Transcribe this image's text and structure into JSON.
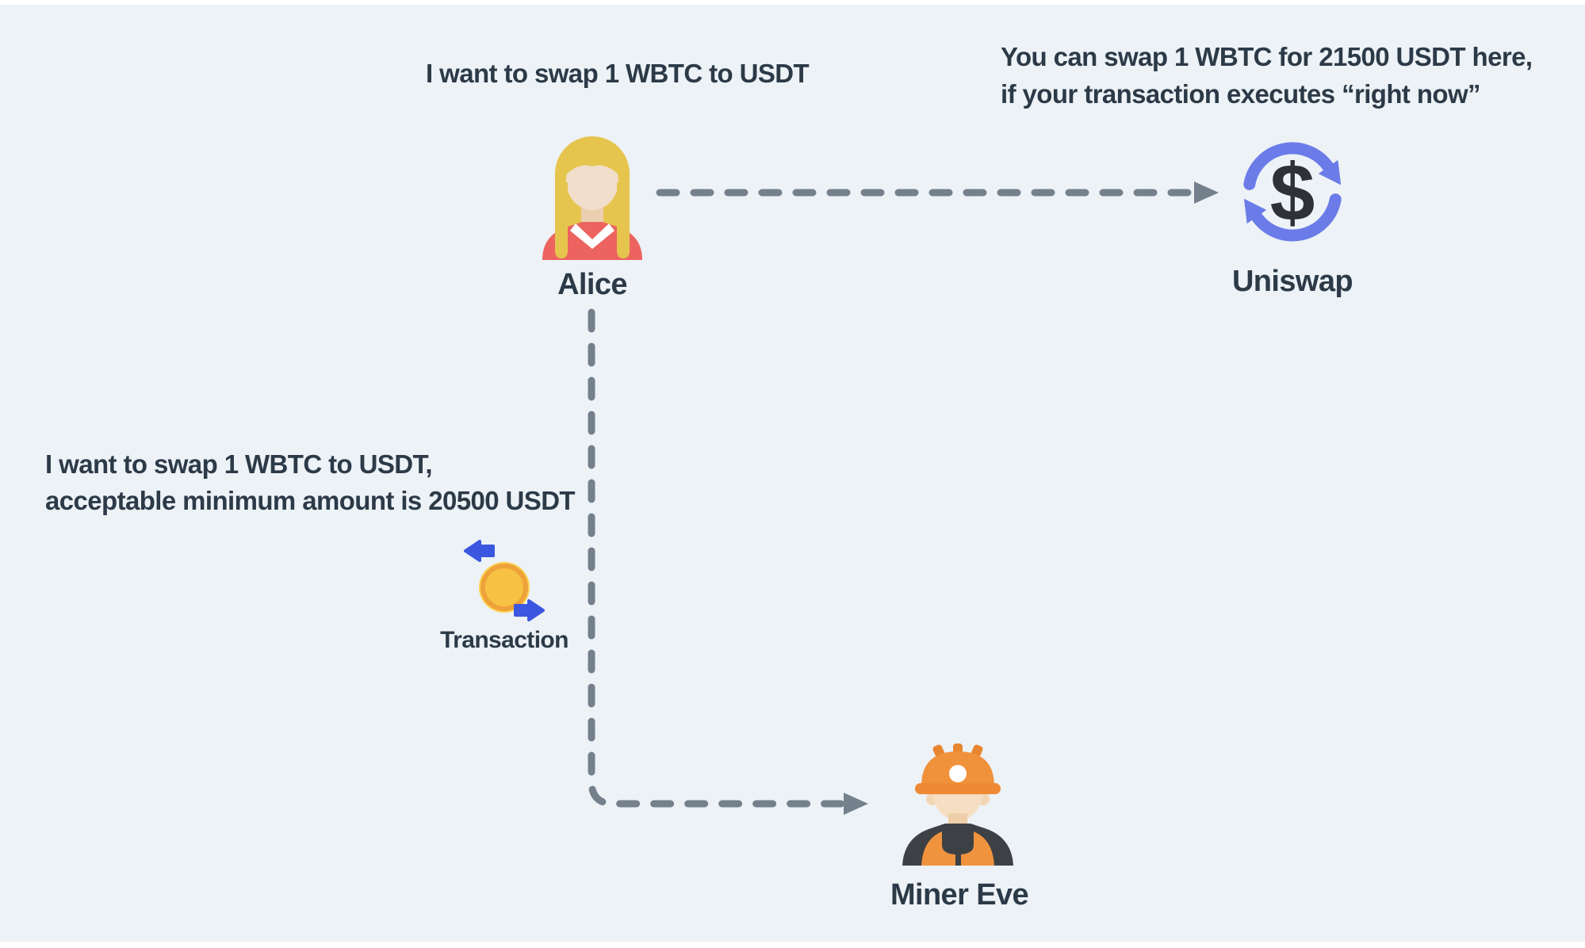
{
  "palette": {
    "background": "#edf2f6",
    "text": "#2c3a48",
    "connector_gray": "#75808d",
    "uniswap_blue": "#6b7ce9",
    "dollar_dark": "#2e3238",
    "transaction_arrow_blue": "#3b57e0",
    "coin_gold": "#f7c243",
    "coin_ring_orange": "#efa23a",
    "coin_halo": "#fad351",
    "hair_gold": "#e6c54e",
    "alice_skin": "#f1decb",
    "alice_blouse_red": "#ed6360",
    "collar_white": "#ffffff",
    "helmet_orange": "#f0913c",
    "vest_orange": "#f0933e",
    "jacket_charcoal": "#3d4045",
    "miner_skin": "#f6dec2"
  },
  "messages": {
    "alice_request": "I want to swap 1 WBTC to USDT",
    "uniswap_quote_line1": "You can swap 1 WBTC for 21500 USDT here,",
    "uniswap_quote_line2": "if your transaction executes “right now”",
    "transaction_intent_line1": "I want to swap 1 WBTC to USDT,",
    "transaction_intent_line2": "acceptable minimum amount is 20500 USDT"
  },
  "nodes": {
    "alice": {
      "label": "Alice"
    },
    "uniswap": {
      "label": "Uniswap"
    },
    "transaction": {
      "label": "Transaction"
    },
    "miner_eve": {
      "label": "Miner Eve"
    }
  }
}
